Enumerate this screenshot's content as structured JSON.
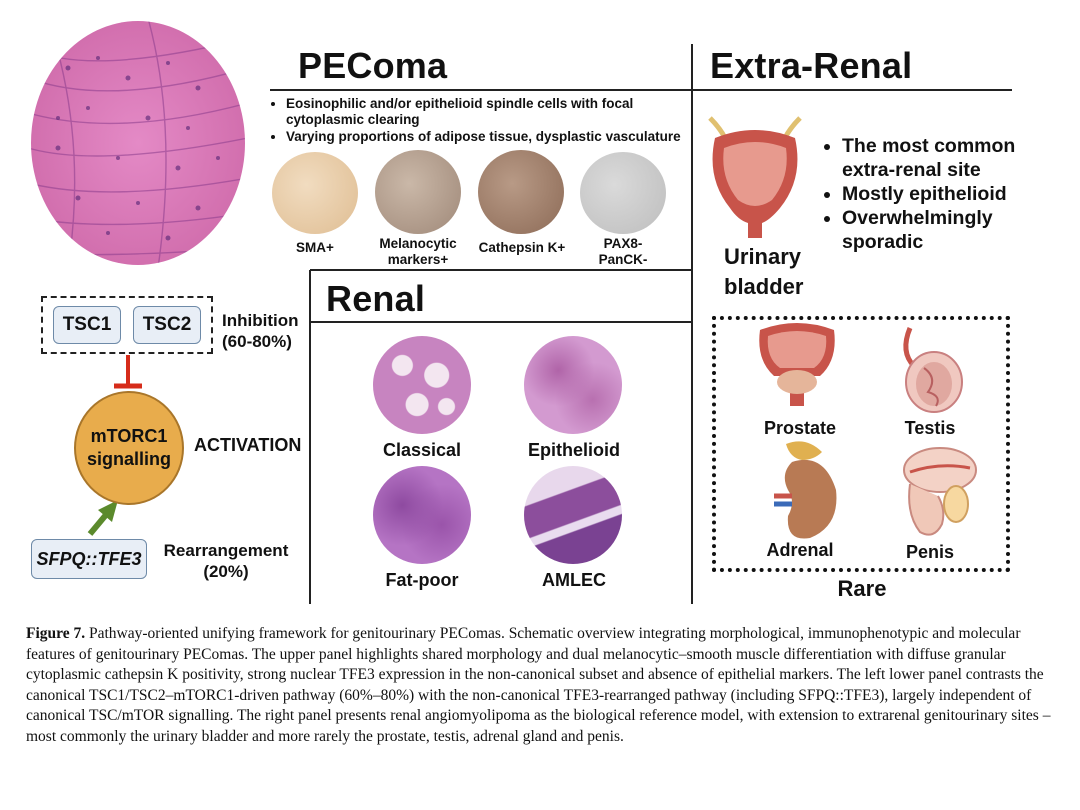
{
  "pecoma": {
    "title": "PEComa",
    "bullets": [
      "Eosinophilic and/or epithelioid spindle cells with focal cytoplasmic clearing",
      "Varying proportions of adipose tissue, dysplastic vasculature"
    ],
    "stains": [
      {
        "label": "SMA+",
        "color": "#e6cba4"
      },
      {
        "label": "Melanocytic markers+",
        "color": "#b39a86"
      },
      {
        "label": "Cathepsin K+",
        "color": "#9e7a64"
      },
      {
        "label": "PAX8- PanCK-",
        "color": "#c9c9c9"
      }
    ]
  },
  "extra_renal": {
    "title": "Extra-Renal",
    "organ_label": "Urinary bladder",
    "bullets": [
      "The most common extra-renal site",
      "Mostly epithelioid",
      "Overwhelmingly sporadic"
    ],
    "rare_title": "Rare",
    "rare_sites": [
      "Prostate",
      "Testis",
      "Adrenal",
      "Penis"
    ]
  },
  "renal": {
    "title": "Renal",
    "subtypes": [
      "Classical",
      "Epithelioid",
      "Fat-poor",
      "AMLEC"
    ]
  },
  "pathway": {
    "tsc1": "TSC1",
    "tsc2": "TSC2",
    "inhibition": "Inhibition (60-80%)",
    "mtorc1": "mTORC1 signalling",
    "activation": "ACTIVATION",
    "sfpq": "SFPQ::TFE3",
    "rearrangement": "Rearrangement (20%)"
  },
  "caption": {
    "label": "Figure 7.",
    "text": "Pathway-oriented unifying framework for genitourinary PEComas. Schematic overview integrating morphological, immunophenotypic and molecular features of genitourinary PEComas. The upper panel highlights shared morphology and dual melanocytic–smooth muscle differentiation with diffuse granular cytoplasmic cathepsin K positivity, strong nuclear TFE3 expression in the non-canonical subset and absence of epithelial markers. The left lower panel contrasts the canonical TSC1/TSC2–mTORC1-driven pathway (60%–80%) with the non-canonical TFE3-rearranged pathway (including SFPQ::TFE3), largely independent of canonical TSC/mTOR signalling. The right panel presents renal angiomyolipoma as the biological reference model, with extension to extrarenal genitourinary sites – most commonly the urinary bladder and more rarely the prostate, testis, adrenal gland and penis."
  },
  "colors": {
    "he_pink": "#d97bb8",
    "mtorc_fill": "#e8ac4c",
    "inhibit_red": "#d62c1a",
    "arrow_green": "#5b8a2c",
    "organ_red": "#c8544a"
  }
}
